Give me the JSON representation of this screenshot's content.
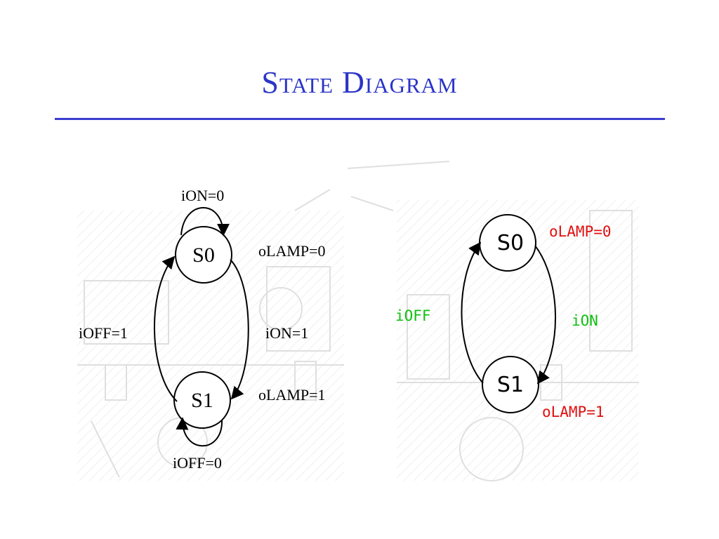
{
  "slide": {
    "title": "State Diagram",
    "title_color": "#2b35c8",
    "rule_color": "#3a3fd0"
  },
  "left_diagram": {
    "states": [
      "S0",
      "S1"
    ],
    "labels": {
      "s0_self_loop": "iON=0",
      "s0_output": "oLAMP=0",
      "s0_to_s1": "iON=1",
      "s1_to_s0": "iOFF=1",
      "s1_output": "oLAMP=1",
      "s1_self_loop": "iOFF=0"
    }
  },
  "right_diagram": {
    "states": [
      "S0",
      "S1"
    ],
    "labels": {
      "s0_output": "oLAMP=0",
      "s0_to_s1": "iON",
      "s1_to_s0": "iOFF",
      "s1_output": "oLAMP=1"
    },
    "colors": {
      "output": "#e01010",
      "input": "#10c010"
    }
  }
}
